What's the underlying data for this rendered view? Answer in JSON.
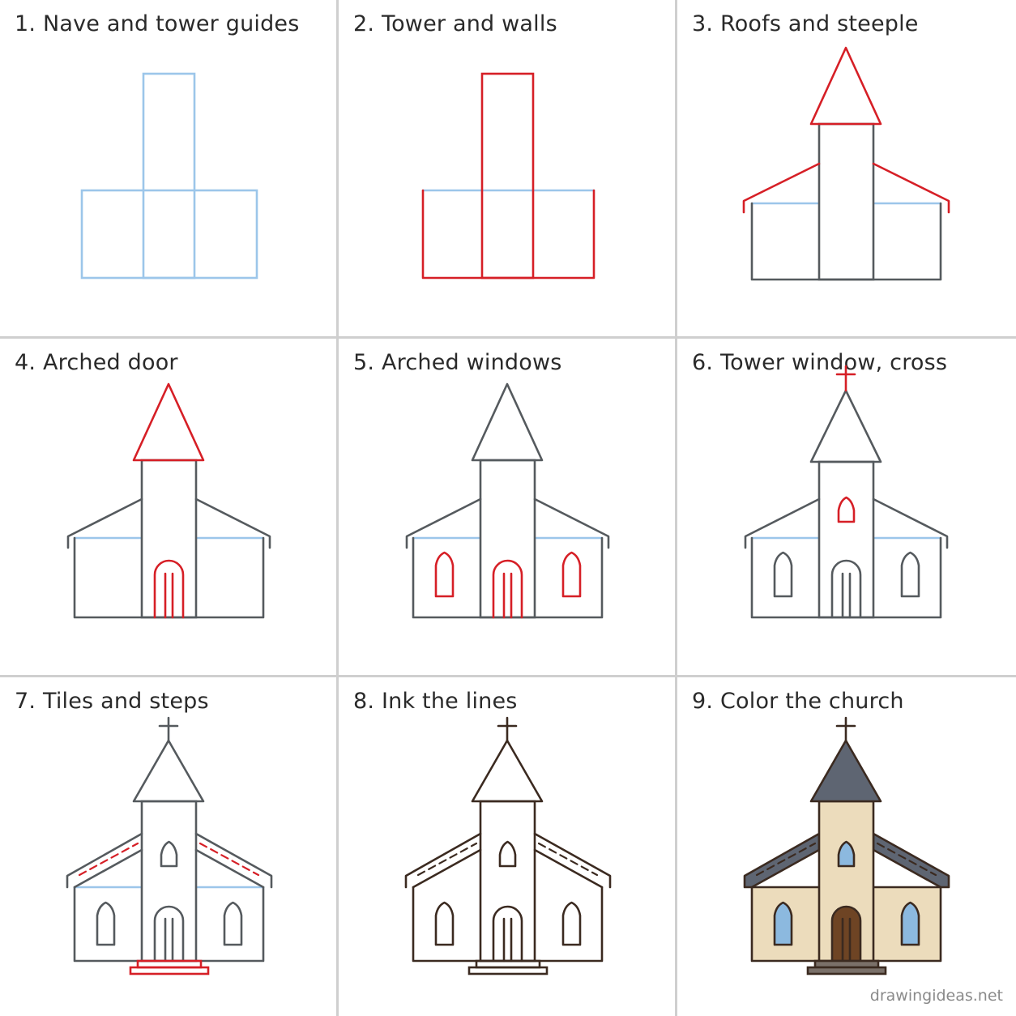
{
  "steps": [
    {
      "number": "1.",
      "title": "Nave and tower guides"
    },
    {
      "number": "2.",
      "title": "Tower and walls"
    },
    {
      "number": "3.",
      "title": "Roofs and steeple"
    },
    {
      "number": "4.",
      "title": "Arched door"
    },
    {
      "number": "5.",
      "title": "Arched windows"
    },
    {
      "number": "6.",
      "title": "Tower window, cross"
    },
    {
      "number": "7.",
      "title": "Tiles and steps"
    },
    {
      "number": "8.",
      "title": "Ink the lines"
    },
    {
      "number": "9.",
      "title": "Color the church"
    }
  ],
  "watermark": "drawingideas.net",
  "colors": {
    "guide": "#9cc6ea",
    "new_line": "#d61f26",
    "pencil": "#555a5e",
    "ink": "#3b2a20",
    "roof_fill": "#5e6572",
    "wall_fill": "#ecdcbc",
    "window_fill": "#8cb9df",
    "door_fill": "#6e4424",
    "steps_fill": "#7a7069",
    "divider": "#cfcfcf"
  }
}
